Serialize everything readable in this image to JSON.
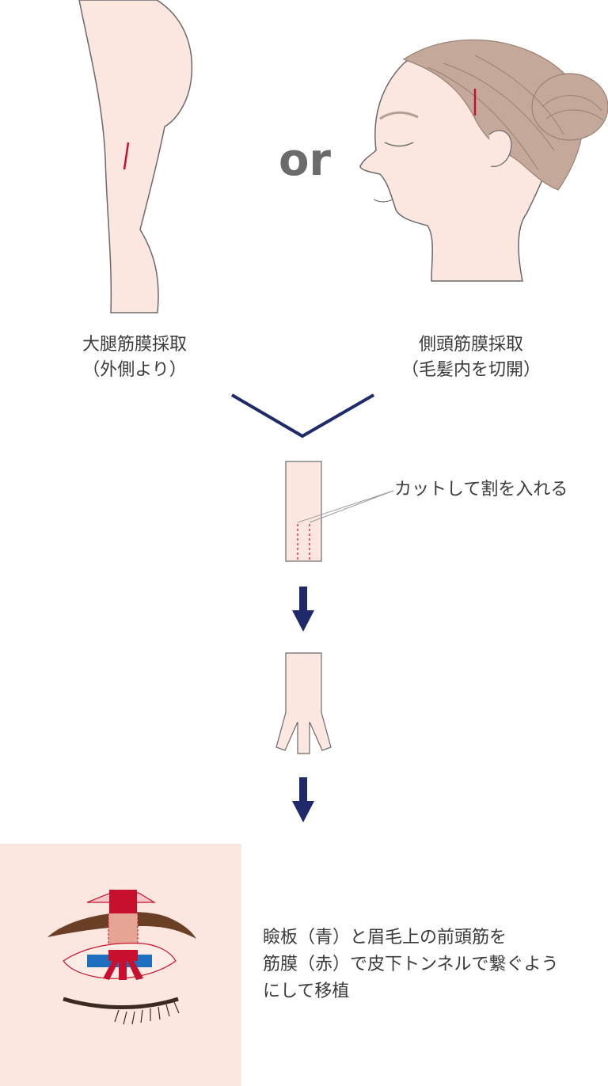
{
  "connector": {
    "or": "or"
  },
  "sources": [
    {
      "line1": "大腿筋膜採取",
      "line2": "（外側より）"
    },
    {
      "line1": "側頭筋膜採取",
      "line2": "（毛髪内を切開）"
    }
  ],
  "steps": {
    "cut_note": "カットして割を入れる"
  },
  "result": {
    "lines": [
      "瞼板（青）と眉毛上の前頭筋を",
      "筋膜（赤）で皮下トンネルで繋ぐよう",
      "にして移植"
    ]
  },
  "colors": {
    "skin": "#fbe7e0",
    "incision": "#c8102e",
    "arrow": "#1f2a6b",
    "hair": "#c4a99a",
    "brow": "#6b3f26",
    "tarsus": "#1f6fbf",
    "or_text": "#6b6b6b"
  }
}
